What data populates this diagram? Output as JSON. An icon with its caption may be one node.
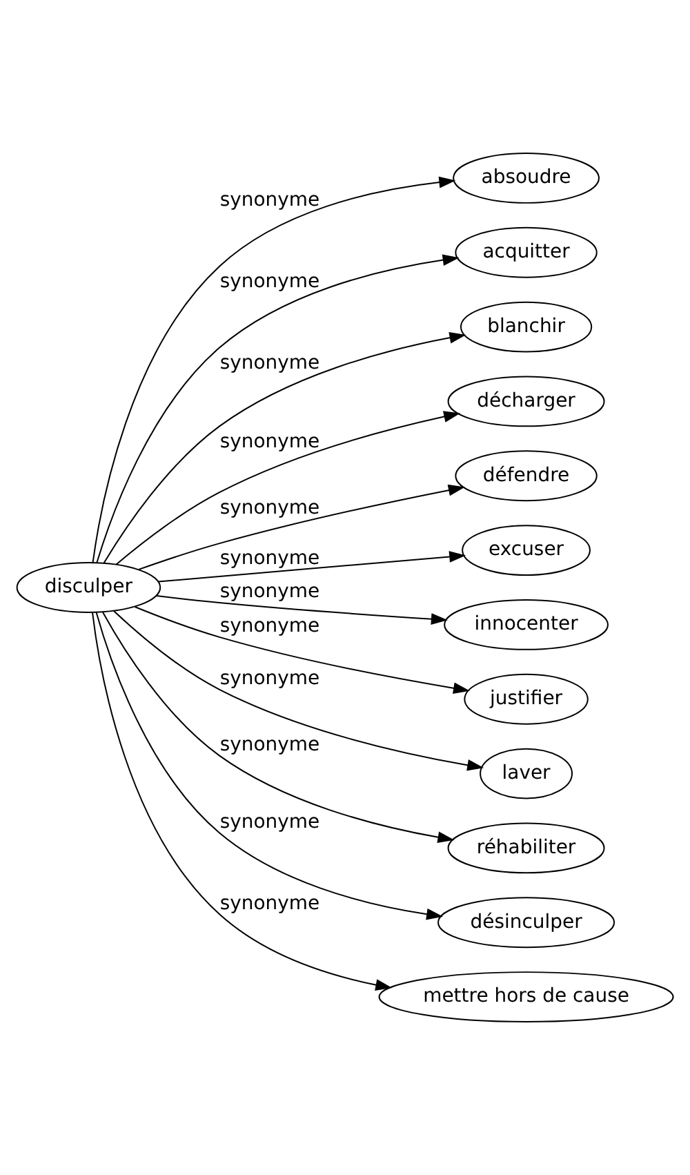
{
  "diagram": {
    "nodes": [
      {
        "text": [
          "disculper"
        ]
      },
      {
        "text": [
          "absoudre"
        ]
      },
      {
        "text": [
          "acquitter"
        ]
      },
      {
        "text": [
          "blanchir"
        ]
      },
      {
        "text": [
          "décharger"
        ]
      },
      {
        "text": [
          "défendre"
        ]
      },
      {
        "text": [
          "excuser"
        ]
      },
      {
        "text": [
          "innocenter"
        ]
      },
      {
        "text": [
          "justifier"
        ]
      },
      {
        "text": [
          "laver"
        ]
      },
      {
        "text": [
          "réhabiliter"
        ]
      },
      {
        "text": [
          "désinculper"
        ]
      },
      {
        "text": [
          "mettre hors de cause"
        ]
      }
    ],
    "edges": [
      {
        "from": 0,
        "to": 1,
        "arrow": "to",
        "label": "synonyme"
      },
      {
        "from": 0,
        "to": 2,
        "arrow": "to",
        "label": "synonyme"
      },
      {
        "from": 0,
        "to": 3,
        "arrow": "to",
        "label": "synonyme"
      },
      {
        "from": 0,
        "to": 4,
        "arrow": "to",
        "label": "synonyme"
      },
      {
        "from": 0,
        "to": 5,
        "arrow": "to",
        "label": "synonyme"
      },
      {
        "from": 0,
        "to": 6,
        "arrow": "to",
        "label": "synonyme"
      },
      {
        "from": 0,
        "to": 7,
        "arrow": "to",
        "label": "synonyme"
      },
      {
        "from": 0,
        "to": 8,
        "arrow": "to",
        "label": "synonyme"
      },
      {
        "from": 0,
        "to": 9,
        "arrow": "to",
        "label": "synonyme"
      },
      {
        "from": 0,
        "to": 10,
        "arrow": "to",
        "label": "synonyme"
      },
      {
        "from": 0,
        "to": 11,
        "arrow": "to",
        "label": "synonyme"
      },
      {
        "from": 0,
        "to": 12,
        "arrow": "to",
        "label": "synonyme"
      }
    ]
  }
}
